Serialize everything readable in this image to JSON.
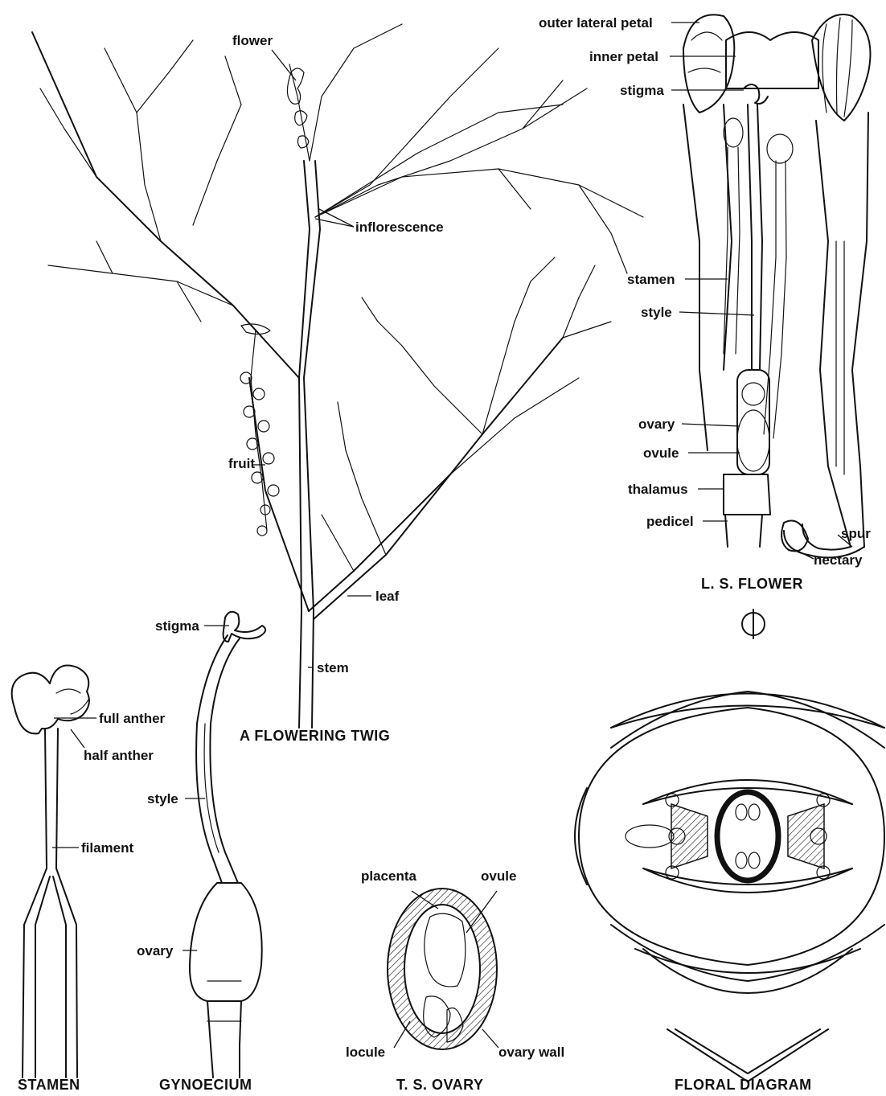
{
  "twig": {
    "caption": "A FLOWERING TWIG",
    "labels": {
      "flower": "flower",
      "inflorescence": "inflorescence",
      "fruit": "fruit",
      "leaf": "leaf",
      "stem": "stem"
    }
  },
  "ls_flower": {
    "caption": "L. S. FLOWER",
    "labels": {
      "outer_lateral_petal": "outer lateral petal",
      "inner_petal": "inner petal",
      "stigma": "stigma",
      "stamen": "stamen",
      "style": "style",
      "ovary": "ovary",
      "ovule": "ovule",
      "thalamus": "thalamus",
      "pedicel": "pedicel",
      "spur": "spur",
      "nectary": "nectary"
    }
  },
  "stamen": {
    "caption": "STAMEN",
    "labels": {
      "full_anther": "full anther",
      "half_anther": "half anther",
      "filament": "filament"
    }
  },
  "gynoecium": {
    "caption": "GYNOECIUM",
    "labels": {
      "stigma": "stigma",
      "style": "style",
      "ovary": "ovary"
    }
  },
  "ts_ovary": {
    "caption": "T. S. OVARY",
    "labels": {
      "placenta": "placenta",
      "ovule": "ovule",
      "locule": "locule",
      "ovary_wall": "ovary wall"
    }
  },
  "floral_diagram": {
    "caption": "FLORAL DIAGRAM"
  }
}
